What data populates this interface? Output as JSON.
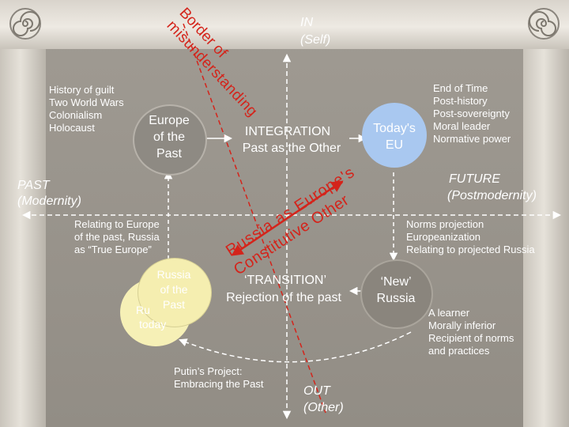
{
  "axes": {
    "top": "IN",
    "top_sub": "(Self)",
    "bottom": "OUT",
    "bottom_sub": "(Other)",
    "left": "PAST",
    "left_sub": "(Modernity)",
    "right": "FUTURE",
    "right_sub": "(Postmodernity)"
  },
  "border_label": {
    "line1": "Border of",
    "line2": "misunderstanding"
  },
  "guilt_list": [
    "History of guilt",
    "Two World Wars",
    "Colonialism",
    "Holocaust"
  ],
  "end_of_time": [
    "End of Time",
    "Post-history",
    "Post-sovereignty",
    "Moral leader",
    "Normative power"
  ],
  "europe_past": [
    "Europe",
    "of the",
    "Past"
  ],
  "today_eu": [
    "Today's",
    "EU"
  ],
  "integration": {
    "title": "INTEGRATION",
    "subtitle": "Past as the Other"
  },
  "diagonal": {
    "line1": "Russia as Europe's",
    "line2": "Constitutive Other"
  },
  "relating": [
    "Relating to Europe",
    "of the past, Russia",
    "as “True Europe”"
  ],
  "norms": [
    "Norms projection",
    "Europeanization",
    "Relating to projected Russia"
  ],
  "russia_past": [
    "Russia",
    "of the",
    "Past"
  ],
  "russia_today": [
    "Ru",
    "today"
  ],
  "transition": {
    "title": "‘TRANSITION’",
    "subtitle": "Rejection of the past"
  },
  "new_russia": [
    "‘New’",
    "Russia"
  ],
  "learner": [
    "A learner",
    "Morally inferior",
    "Recipient of norms",
    "and practices"
  ],
  "putin": [
    "Putin’s Project:",
    "Embracing the Past"
  ],
  "colors": {
    "red": "#d4241b",
    "europe_past_fill": "#8e8a83",
    "eu_fill": "#a9c8f0",
    "new_russia_fill": "#8a857d",
    "russia_fill": "#f5eeb0"
  }
}
